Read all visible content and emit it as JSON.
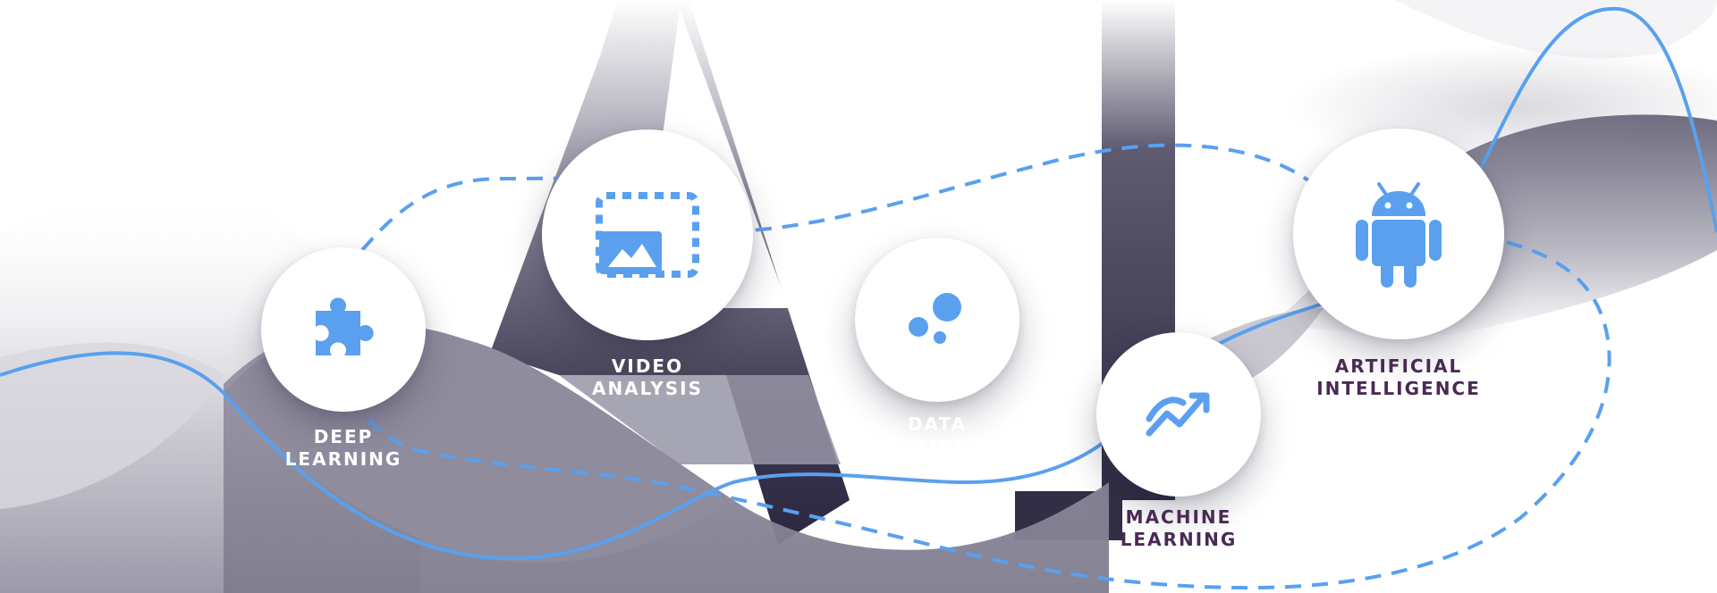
{
  "colors": {
    "accent_blue": "#5aa0ee",
    "dark_ink": "#2e2a40",
    "mid_gray": "#8d8b9c",
    "label_light": "#ffffff",
    "label_dark": "#4a2a55"
  },
  "hero_letters": "AI",
  "nodes": [
    {
      "id": "deep-learning",
      "icon": "puzzle-icon",
      "line1": "DEEP",
      "line2": "LEARNING"
    },
    {
      "id": "video-analysis",
      "icon": "image-frame-icon",
      "line1": "VIDEO",
      "line2": "ANALYSIS"
    },
    {
      "id": "data-analysis",
      "icon": "bubbles-icon",
      "line1": "DATA",
      "line2": "ANALYSIS"
    },
    {
      "id": "machine-learning",
      "icon": "trend-chart-icon",
      "line1": "MACHINE",
      "line2": "LEARNING"
    },
    {
      "id": "artificial-intelligence",
      "icon": "android-icon",
      "line1": "ARTIFICIAL",
      "line2": "INTELLIGENCE"
    }
  ]
}
